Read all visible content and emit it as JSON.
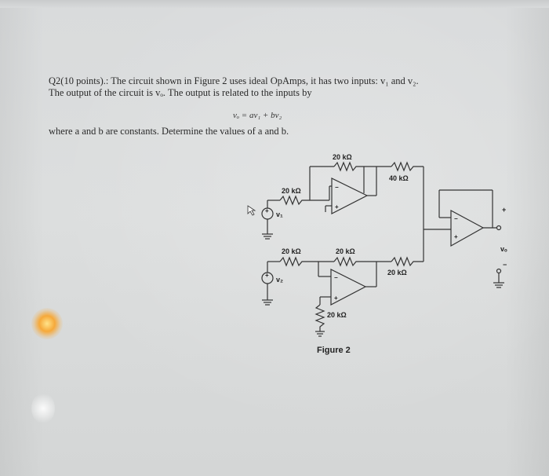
{
  "question": {
    "line1": "Q2(10 points).: The circuit shown in Figure 2 uses ideal OpAmps, it has two inputs: v₁ and v₂.",
    "line2": "The output of the circuit is vₒ. The output is related to the inputs by",
    "equation": "vₒ = av₁ + bv₂",
    "line3": "where a and b are constants. Determine the values of a and b."
  },
  "circuit": {
    "r_feedback_top": "20 kΩ",
    "r_top_right": "40 kΩ",
    "r_input_v1": "20 kΩ",
    "r_input_v2": "20 kΩ",
    "r_feedback_bottom": "20 kΩ",
    "r_bottom_right": "20 kΩ",
    "r_ground_bottom": "20 kΩ",
    "source_v1": "v₁",
    "source_v2": "v₂",
    "output_label": "vₒ",
    "plus": "+",
    "minus": "−"
  },
  "figure_caption": "Figure 2"
}
